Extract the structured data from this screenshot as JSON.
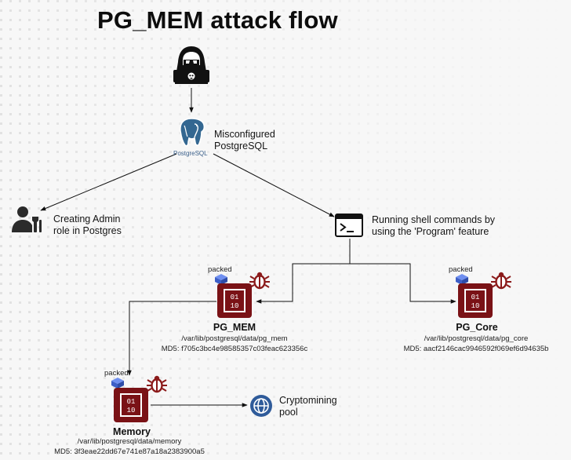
{
  "title": "PG_MEM attack flow",
  "postgres": {
    "logo_text": "PostgreSQL",
    "label_line1": "Misconfigured",
    "label_line2": "PostgreSQL"
  },
  "admin": {
    "label_line1": "Creating Admin",
    "label_line2": "role in Postgres"
  },
  "shell": {
    "label_line1": "Running shell commands by",
    "label_line2": "using the 'Program' feature"
  },
  "pg_mem": {
    "packed": "packed",
    "name": "PG_MEM",
    "path": "/var/lib/postgresql/data/pg_mem",
    "md5": "MD5: f705c3bc4e98585357c03feac623356c"
  },
  "pg_core": {
    "packed": "packed",
    "name": "PG_Core",
    "path": "/var/lib/postgresql/data/pg_core",
    "md5": "MD5: aacf2146cac9946592f069ef6d94635b"
  },
  "memory": {
    "packed": "packed",
    "name": "Memory",
    "path": "/var/lib/postgresql/data/memory",
    "md5": "MD5: 3f3eae22dd67e741e87a18a2383900a5"
  },
  "pool": {
    "label_line1": "Cryptomining",
    "label_line2": "pool"
  },
  "colors": {
    "chip": "#7a1216",
    "bug": "#8b1a1a",
    "packed_cube": "#4a6fd8",
    "postgres_blue": "#336791",
    "globe": "#2f5b9a"
  },
  "icons": [
    "hacker-icon",
    "postgresql-elephant-icon",
    "admin-user-icon",
    "terminal-icon",
    "binary-file-icon",
    "bug-icon",
    "packed-cube-icon",
    "globe-icon"
  ]
}
